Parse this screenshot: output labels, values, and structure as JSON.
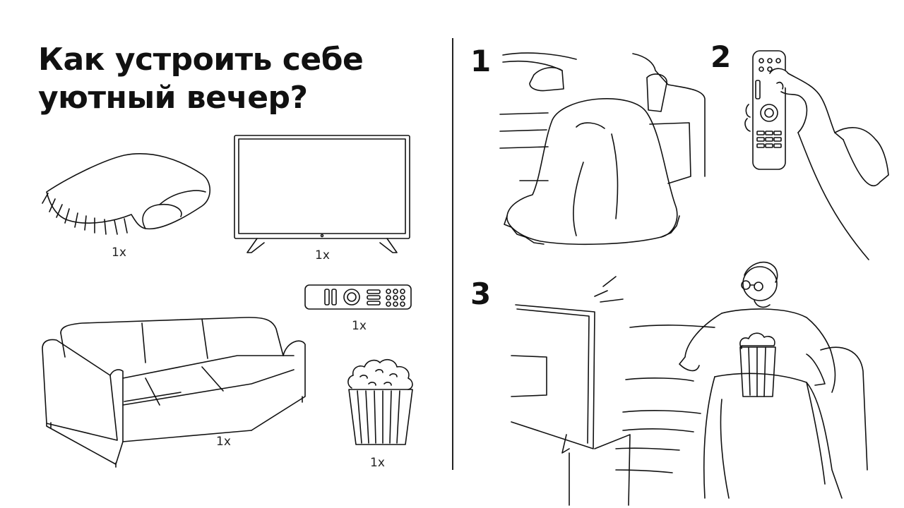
{
  "title": {
    "line1": "Как устроить себе",
    "line2": "уютный вечер?"
  },
  "items": {
    "blanket": {
      "icon": "blanket-icon",
      "qty": "1x"
    },
    "tv": {
      "icon": "tv-icon",
      "qty": "1x"
    },
    "remote": {
      "icon": "remote-icon",
      "qty": "1x"
    },
    "sofa": {
      "icon": "sofa-icon",
      "qty": "1x"
    },
    "popcorn": {
      "icon": "popcorn-icon",
      "qty": "1x"
    }
  },
  "steps": {
    "step1": {
      "number": "1"
    },
    "step2": {
      "number": "2"
    },
    "step3": {
      "number": "3"
    }
  }
}
